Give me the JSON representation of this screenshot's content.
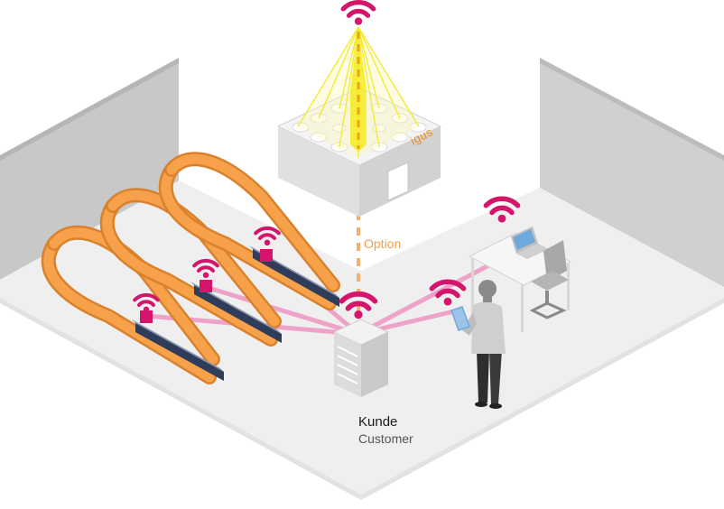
{
  "labels": {
    "option": "Option",
    "kunde": "Kunde",
    "customer": "Customer",
    "brand": "igus"
  },
  "colors": {
    "wifi": "#d4156b",
    "link": "#ee9ac4",
    "chain": "#f7a24a",
    "chain_dark": "#d9822e",
    "signal_beam": "#f2ea2a",
    "option_line": "#f0b070",
    "wall": "#c9c9c9",
    "floor": "#eeeeee",
    "brand": "#f08a1c",
    "option_text": "#f0a050"
  },
  "icons": [
    "wifi-icon",
    "server-icon",
    "laptop-icon",
    "tablet-icon",
    "person-icon",
    "chair-icon",
    "desk-icon",
    "cloud-building-icon",
    "energy-chain-icon",
    "sensor-icon"
  ]
}
